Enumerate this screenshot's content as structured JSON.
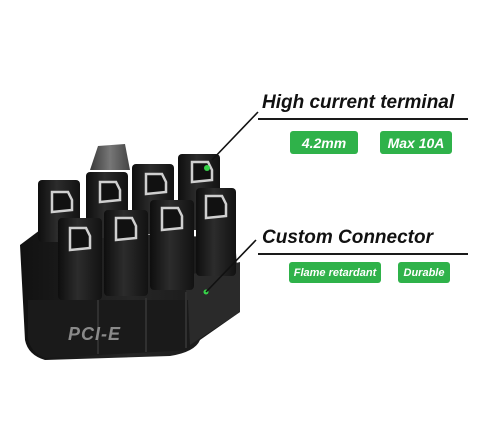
{
  "callouts": [
    {
      "title": "High current terminal",
      "badges": [
        "4.2mm",
        "Max 10A"
      ]
    },
    {
      "title": "Custom Connector",
      "badges": [
        "Flame retardant",
        "Durable"
      ]
    }
  ],
  "product": {
    "label": "PCI-E"
  },
  "colors": {
    "badge": "#2fb24a",
    "indicator": "#37d44a",
    "body": "#1d1d1d"
  }
}
